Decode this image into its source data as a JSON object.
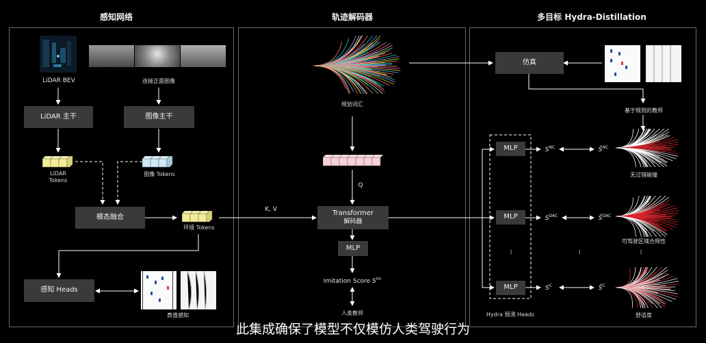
{
  "sections": {
    "perception_title": "感知网络",
    "decoder_title": "轨迹解码器",
    "hydra_title": "多目标 Hydra-Distillation"
  },
  "perception": {
    "lidar_bev_label": "LiDAR BEV",
    "front_images_label": "连接正面图像",
    "lidar_backbone": "LiDAR 主干",
    "image_backbone": "图像主干",
    "lidar_tokens": "LiDAR\nTokens",
    "image_tokens": "图像 Tokens",
    "fusion": "模态融合",
    "env_tokens": "环境 Tokens",
    "perception_heads": "感知 Heads",
    "gt_perception": "真值感知"
  },
  "decoder": {
    "vocab_label": "规划词汇",
    "q_label": "Q",
    "kv_label": "K, V",
    "transformer_line1": "Transformer",
    "transformer_line2": "解码器",
    "mlp": "MLP",
    "imitation_label": "Imitation Score",
    "imitation_symbol": "S",
    "imitation_sup": "im",
    "human_teacher": "人类教师"
  },
  "hydra": {
    "simulation": "仿真",
    "rule_teacher": "基于规则的教师",
    "mlp": "MLP",
    "heads_label": "Hydra 预测 Heads",
    "rows": [
      {
        "s": "S",
        "sup": "NC",
        "shat": "Ŝ",
        "shat_sup": "NC",
        "caption": "无过错碰撞"
      },
      {
        "s": "S",
        "sup": "DAC",
        "shat": "Ŝ",
        "shat_sup": "DAC",
        "caption": "可驾驶区域合规性"
      },
      {
        "s": "S",
        "sup": "C",
        "shat": "Ŝ",
        "shat_sup": "C",
        "caption": "舒适度"
      }
    ],
    "ellipsis": "⁞"
  },
  "colors": {
    "lidar_token": "#f2ec9a",
    "image_token": "#cfe9f5",
    "query_token": "#f6d2d8",
    "nc_fan": "#ffffff",
    "dac_fan": "#d8262e",
    "c_fan": "#e8e8e8"
  },
  "subtitle": "此集成确保了模型不仅模仿人类驾驶行为"
}
